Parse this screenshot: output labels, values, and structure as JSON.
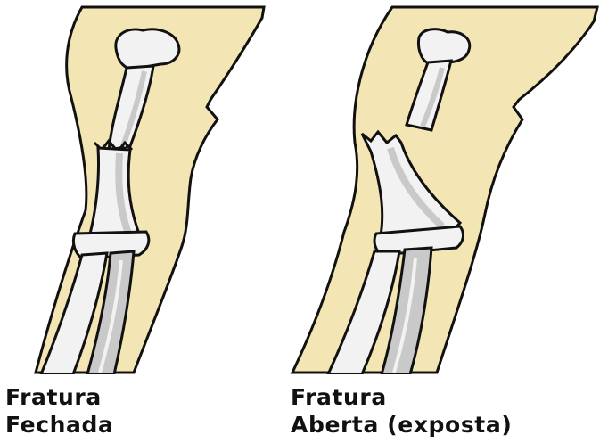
{
  "colors": {
    "skin": "#F3E6B4",
    "bone": "#F2F2F2",
    "bone_shadow": "#C9C9C9",
    "outline": "#111111",
    "text": "#111111"
  },
  "figures": [
    {
      "id": "closed",
      "caption_line1": "Fratura",
      "caption_line2": "Fechada"
    },
    {
      "id": "open",
      "caption_line1": "Fratura",
      "caption_line2": "Aberta (exposta)"
    }
  ]
}
